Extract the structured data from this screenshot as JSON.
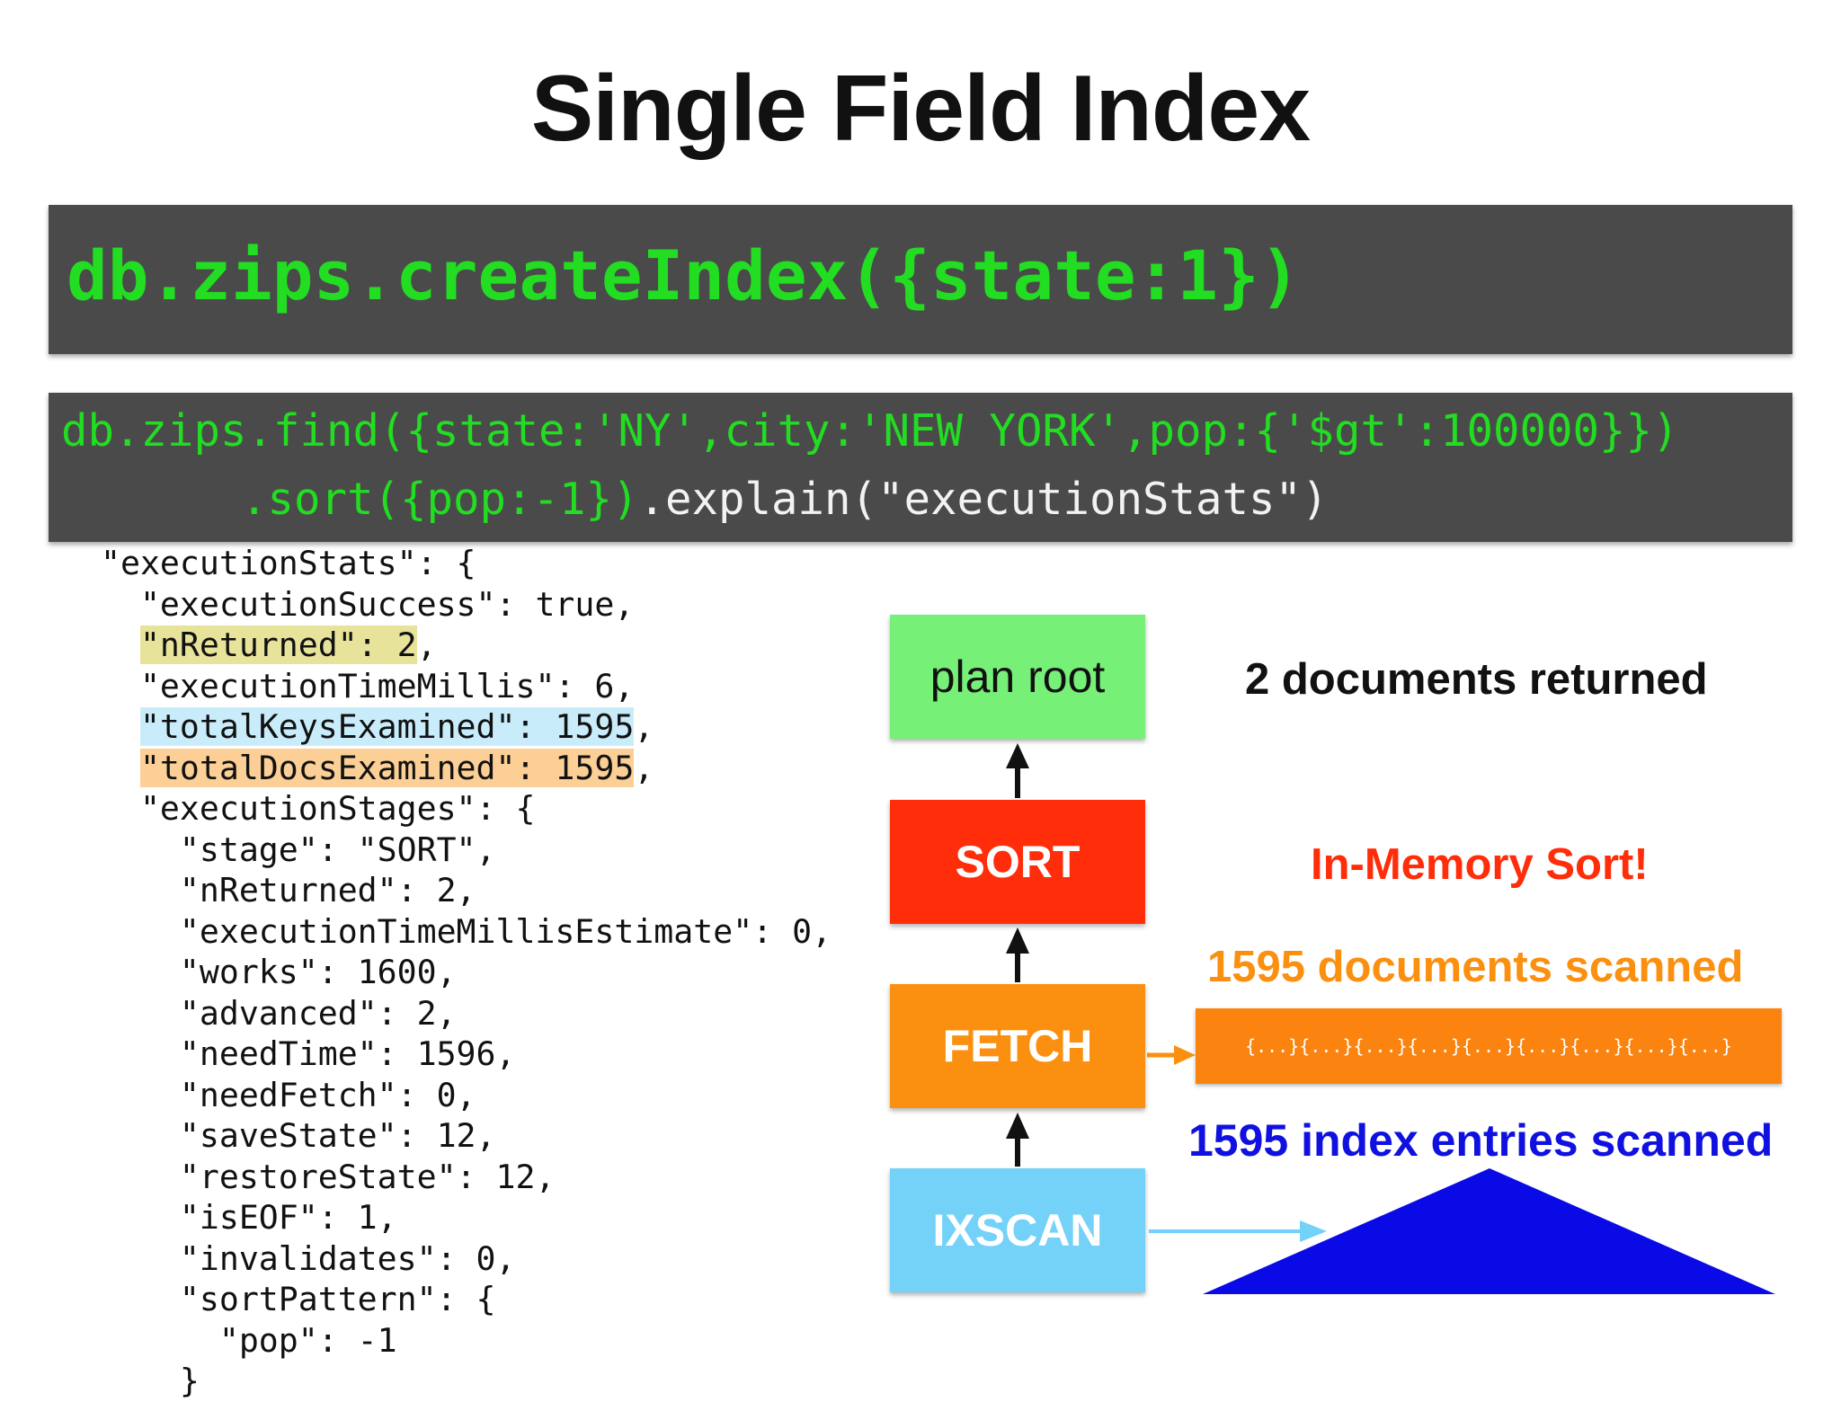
{
  "title": "Single Field Index",
  "create_command": "db.zips.createIndex({state:1})",
  "find_command": {
    "line1": "db.zips.find({state:'NY',city:'NEW YORK',pop:{'$gt':100000}})",
    "line2_green": ".sort({pop:-1})",
    "line2_white": ".explain(\"executionStats\")"
  },
  "json_output": [
    "\"executionStats\": {",
    "  \"executionSuccess\": true,",
    "  \"nReturned\": 2,",
    "  \"executionTimeMillis\": 6,",
    "  \"totalKeysExamined\": 1595,",
    "  \"totalDocsExamined\": 1595,",
    "  \"executionStages\": {",
    "    \"stage\": \"SORT\",",
    "    \"nReturned\": 2,",
    "    \"executionTimeMillisEstimate\": 0,",
    "    \"works\": 1600,",
    "    \"advanced\": 2,",
    "    \"needTime\": 1596,",
    "    \"needFetch\": 0,",
    "    \"saveState\": 12,",
    "    \"restoreState\": 12,",
    "    \"isEOF\": 1,",
    "    \"invalidates\": 0,",
    "    \"sortPattern\": {",
    "      \"pop\": -1",
    "    }"
  ],
  "highlights": {
    "nReturned": {
      "text": "\"nReturned\": 2",
      "rest": ",",
      "color": "#e8e39a"
    },
    "totalKeysExamined": {
      "text": "\"totalKeysExamined\": 1595",
      "rest": ",",
      "color": "#c9ecfa"
    },
    "totalDocsExamined": {
      "text": "\"totalDocsExamined\": 1595",
      "rest": ",",
      "color": "#fbcf95"
    }
  },
  "plan_nodes": {
    "root": "plan root",
    "sort": "SORT",
    "fetch": "FETCH",
    "ixscan": "IXSCAN"
  },
  "notes": {
    "returned": "2 documents returned",
    "in_memory_sort": "In-Memory Sort!",
    "docs_scanned": "1595 documents scanned",
    "index_scanned": "1595 index entries scanned"
  },
  "doc_strip": "{...}{...}{...}{...}{...}{...}{...}{...}{...}",
  "colors": {
    "code_bg": "#4a4a4a",
    "code_green": "#22dd22",
    "plan_root": "#77f078",
    "sort": "#ff2d0a",
    "fetch": "#fb9010",
    "ixscan": "#74d1f8",
    "index_triangle": "#0a0ae6"
  }
}
